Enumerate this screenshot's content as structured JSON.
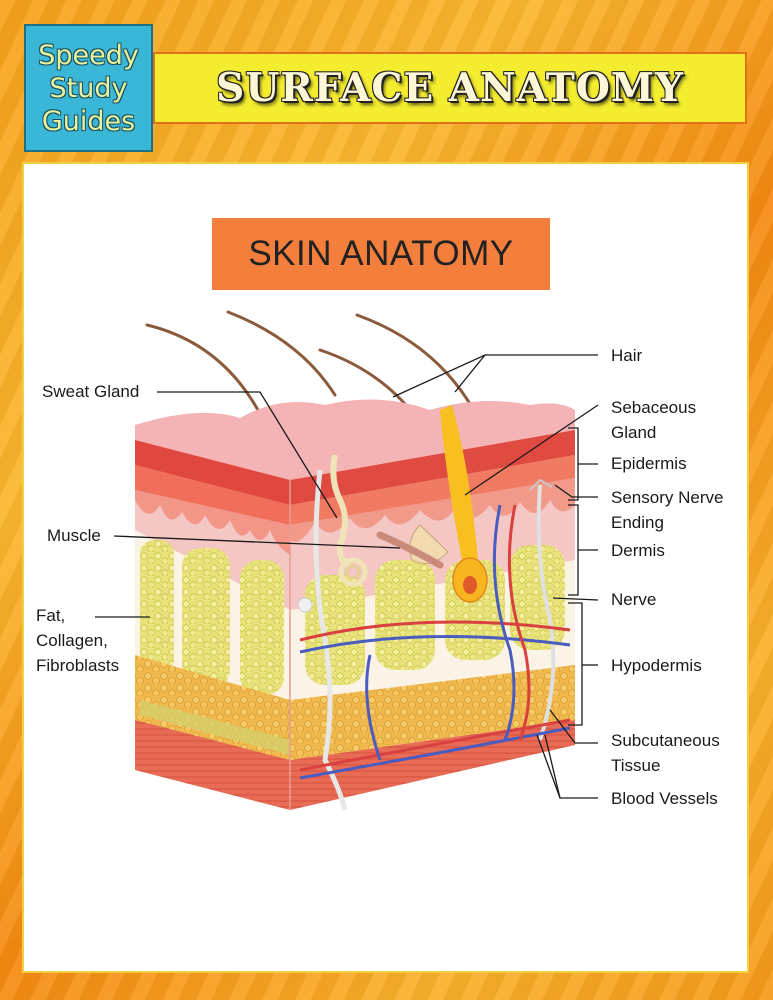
{
  "brand": {
    "line1": "Speedy",
    "line2": "Study",
    "line3": "Guides"
  },
  "cover_title": "SURFACE ANATOMY",
  "diagram_title": "SKIN ANATOMY",
  "labels": {
    "hair": "Hair",
    "sweat_gland": "Sweat Gland",
    "sebaceous_1": "Sebaceous",
    "sebaceous_2": "Gland",
    "epidermis": "Epidermis",
    "sensory_1": "Sensory Nerve",
    "sensory_2": "Ending",
    "muscle": "Muscle",
    "dermis": "Dermis",
    "fat_1": "Fat,",
    "fat_2": "Collagen,",
    "fat_3": "Fibroblasts",
    "nerve": "Nerve",
    "hypodermis": "Hypodermis",
    "subcutaneous_1": "Subcutaneous",
    "subcutaneous_2": "Tissue",
    "blood_vessels": "Blood Vessels"
  },
  "colors": {
    "panel_border": "#f0d040",
    "title_bar": "#f4ec2f",
    "logo": "#3ab6d6",
    "skin_title": "#f47f3c"
  }
}
